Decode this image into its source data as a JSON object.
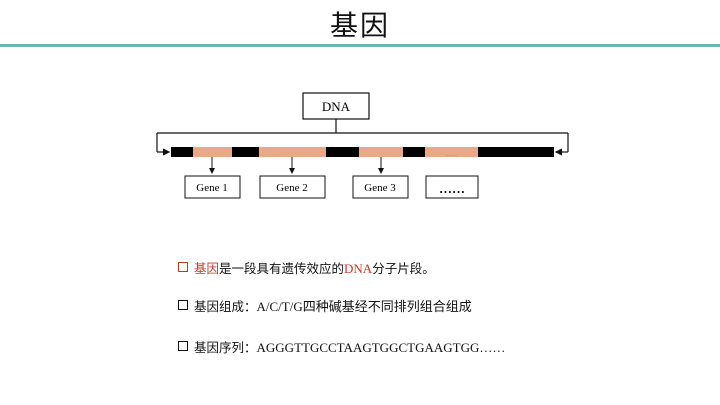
{
  "title": "基因",
  "diagram": {
    "dna_label": "DNA",
    "genes": [
      "Gene 1",
      "Gene 2",
      "Gene 3"
    ],
    "more_label": "……",
    "colors": {
      "dna_bar": "#000000",
      "gene_segment": "#e8a98a",
      "accent_rule": "#6fb3b8"
    }
  },
  "bullets": {
    "b1": {
      "term": "基因",
      "text_a": "是一段具有遗传效应的",
      "dna": "DNA",
      "text_b": "分子片段。"
    },
    "b2": {
      "label": "基因组成：",
      "value": "A/C/T/G四种碱基经不同排列组合组成"
    },
    "b3": {
      "label": "基因序列：",
      "value": "AGGGTTGCCTAAGTGGCTGAAGTGG……"
    }
  },
  "accent_text_color": "#c0392b"
}
